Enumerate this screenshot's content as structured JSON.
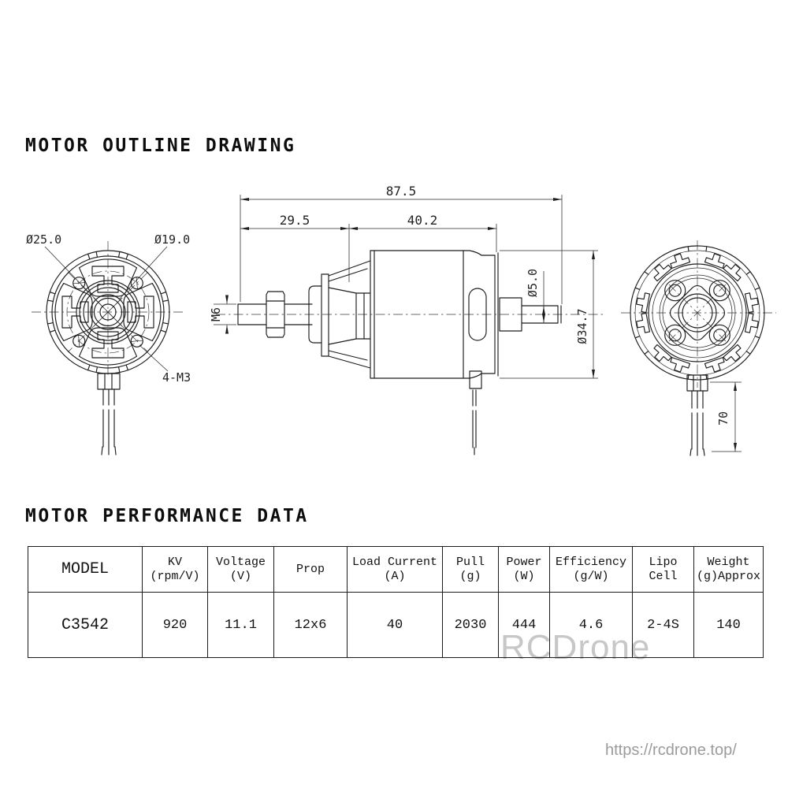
{
  "titles": {
    "outline": "MOTOR OUTLINE DRAWING",
    "performance": "MOTOR PERFORMANCE DATA"
  },
  "drawing": {
    "front_view": {
      "outer_diameter": "Ø25.0",
      "inner_diameter": "Ø19.0",
      "mount_holes": "4-M3"
    },
    "side_view": {
      "overall_length": "87.5",
      "front_length": "29.5",
      "body_length": "40.2",
      "shaft_thread": "M6",
      "rear_shaft_diameter": "Ø5.0",
      "body_diameter": "Ø34.7"
    },
    "rear_view": {
      "wire_length": "70"
    }
  },
  "table": {
    "headers": [
      {
        "line1": "MODEL",
        "line2": ""
      },
      {
        "line1": "KV",
        "line2": "(rpm/V)"
      },
      {
        "line1": "Voltage",
        "line2": "(V)"
      },
      {
        "line1": "Prop",
        "line2": ""
      },
      {
        "line1": "Load Current",
        "line2": "(A)"
      },
      {
        "line1": "Pull",
        "line2": "(g)"
      },
      {
        "line1": "Power",
        "line2": "(W)"
      },
      {
        "line1": "Efficiency",
        "line2": "(g/W)"
      },
      {
        "line1": "Lipo",
        "line2": "Cell"
      },
      {
        "line1": "Weight",
        "line2": "(g)Approx"
      }
    ],
    "rows": [
      [
        "C3542",
        "920",
        "11.1",
        "12x6",
        "40",
        "2030",
        "444",
        "4.6",
        "2-4S",
        "140"
      ]
    ]
  },
  "watermark": {
    "brand": "RCDrone",
    "url": "https://rcdrone.top/"
  },
  "colors": {
    "line": "#1c1c1c",
    "text": "#111111",
    "watermark": "#c7c7c7",
    "url": "#9b9b9b"
  }
}
